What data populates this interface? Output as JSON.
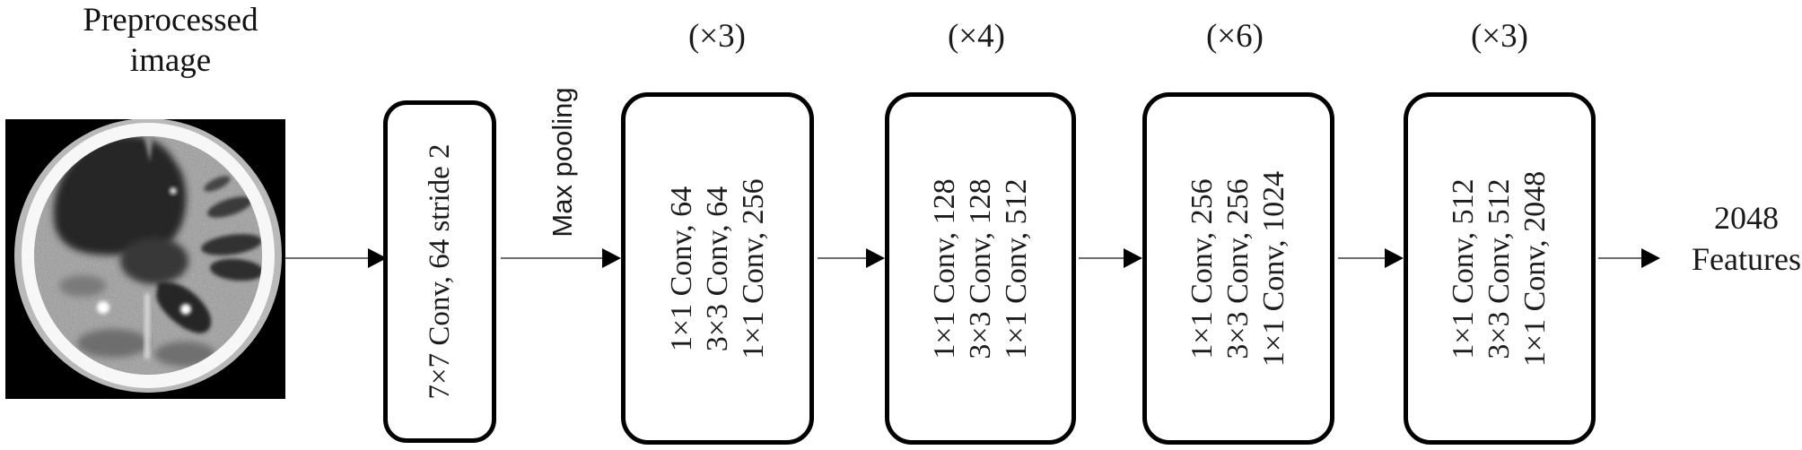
{
  "figure": {
    "input_label": {
      "line1": "Preprocessed",
      "line2": "image"
    },
    "stem_block_label": "7×7 Conv, 64 stride 2",
    "pooling_label": "Max pooling",
    "stages": [
      {
        "multiplier": "(×3)",
        "layers": [
          "1×1 Conv, 64",
          "3×3 Conv, 64",
          "1×1 Conv, 256"
        ]
      },
      {
        "multiplier": "(×4)",
        "layers": [
          "1×1 Conv, 128",
          "3×3 Conv, 128",
          "1×1 Conv, 512"
        ]
      },
      {
        "multiplier": "(×6)",
        "layers": [
          "1×1 Conv, 256",
          "3×3 Conv, 256",
          "1×1 Conv, 1024"
        ]
      },
      {
        "multiplier": "(×3)",
        "layers": [
          "1×1 Conv, 512",
          "3×3 Conv, 512",
          "1×1 Conv, 2048"
        ]
      }
    ],
    "output_label": {
      "line1": "2048",
      "line2": "Features"
    },
    "colors": {
      "background": "#ffffff",
      "ink": "#111111",
      "block_border": "#000000",
      "arrow_line": "#6e6e6e",
      "arrow_head": "#000000"
    }
  }
}
